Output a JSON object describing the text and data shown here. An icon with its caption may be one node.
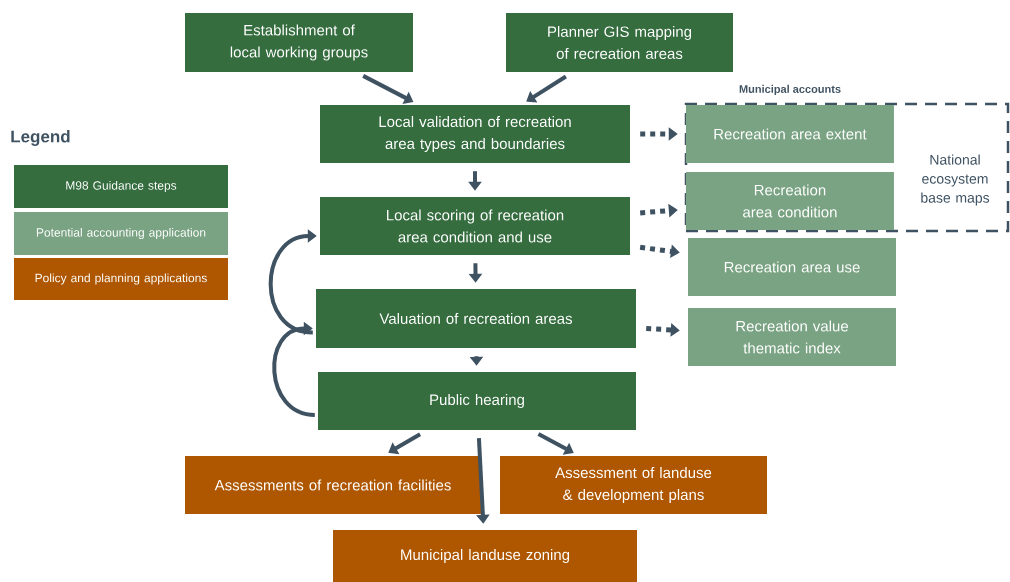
{
  "diagram": {
    "nodes": [
      {
        "text": [
          "Establishment of local working groups"
        ]
      },
      {
        "text": [
          "Planner GIS mapping of recreation areas"
        ]
      },
      {
        "text": [
          "Local validation of recreation area types and boundaries"
        ]
      },
      {
        "text": [
          "Local scoring of recreation area condition and use"
        ]
      },
      {
        "text": [
          "Valuation of recreation areas"
        ]
      },
      {
        "text": [
          "Public hearing"
        ]
      },
      {
        "text": [
          "Assessments of recreation facilities"
        ]
      },
      {
        "text": [
          "Assessment of landuse & development plans"
        ]
      },
      {
        "text": [
          "Municipal landuse zoning"
        ]
      },
      {
        "text": [
          "National ecosystem base maps"
        ]
      },
      {
        "text": [
          "Recreation area extent"
        ],
        "in": 9
      },
      {
        "text": [
          "Recreation area condition"
        ],
        "in": 9
      },
      {
        "text": [
          "Recreation area use"
        ]
      },
      {
        "text": [
          "Recreation value thematic index"
        ]
      }
    ],
    "edges": [
      {
        "from": 0,
        "to": 2,
        "arrow": "to"
      },
      {
        "from": 1,
        "to": 2,
        "arrow": "to"
      },
      {
        "from": 2,
        "to": 3,
        "arrow": "to"
      },
      {
        "from": 3,
        "to": 4,
        "arrow": "to"
      },
      {
        "from": 4,
        "to": 5,
        "arrow": "to"
      },
      {
        "from": 5,
        "to": 6,
        "arrow": "to"
      },
      {
        "from": 5,
        "to": 7,
        "arrow": "to"
      },
      {
        "from": 5,
        "to": 8,
        "arrow": "to"
      },
      {
        "from": 2,
        "to": 10,
        "arrow": "to",
        "style": "dashed"
      },
      {
        "from": 3,
        "to": 11,
        "arrow": "to",
        "style": "dashed"
      },
      {
        "from": 3,
        "to": 12,
        "arrow": "to",
        "style": "dashed"
      },
      {
        "from": 4,
        "to": 13,
        "arrow": "to",
        "style": "dashed"
      },
      {
        "from": 4,
        "to": 3,
        "arrow": "to"
      },
      {
        "from": 5,
        "to": 4,
        "arrow": "to"
      }
    ],
    "labels": [
      "Legend",
      "Municipal accounts"
    ],
    "legend": [
      {
        "text": "M98 Guidance steps",
        "color": "#356d3f"
      },
      {
        "text": "Potential accounting application",
        "color": "#7aa383"
      },
      {
        "text": "Policy and planning applications",
        "color": "#ae5700"
      }
    ]
  }
}
